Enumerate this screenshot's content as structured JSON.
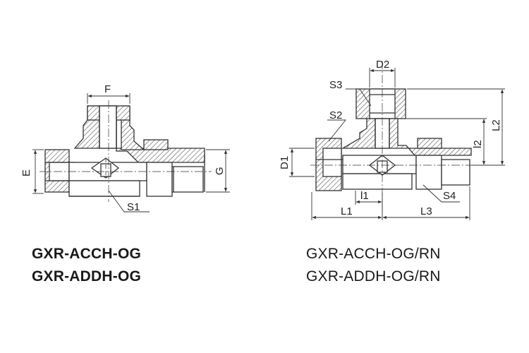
{
  "colors": {
    "ink": "#333333",
    "hatch": "#555555",
    "background": "#ffffff"
  },
  "left_drawing": {
    "labels": {
      "F": "F",
      "E": "E",
      "G": "G",
      "S1": "S1"
    },
    "models": [
      "GXR-ACCH-OG",
      "GXR-ADDH-OG"
    ]
  },
  "right_drawing": {
    "labels": {
      "D2": "D2",
      "S3": "S3",
      "S2": "S2",
      "D1": "D1",
      "l1": "l1",
      "L1": "L1",
      "L3": "L3",
      "S4": "S4",
      "l2": "l2",
      "L2": "L2"
    },
    "models": [
      "GXR-ACCH-OG/RN",
      "GXR-ADDH-OG/RN"
    ]
  }
}
